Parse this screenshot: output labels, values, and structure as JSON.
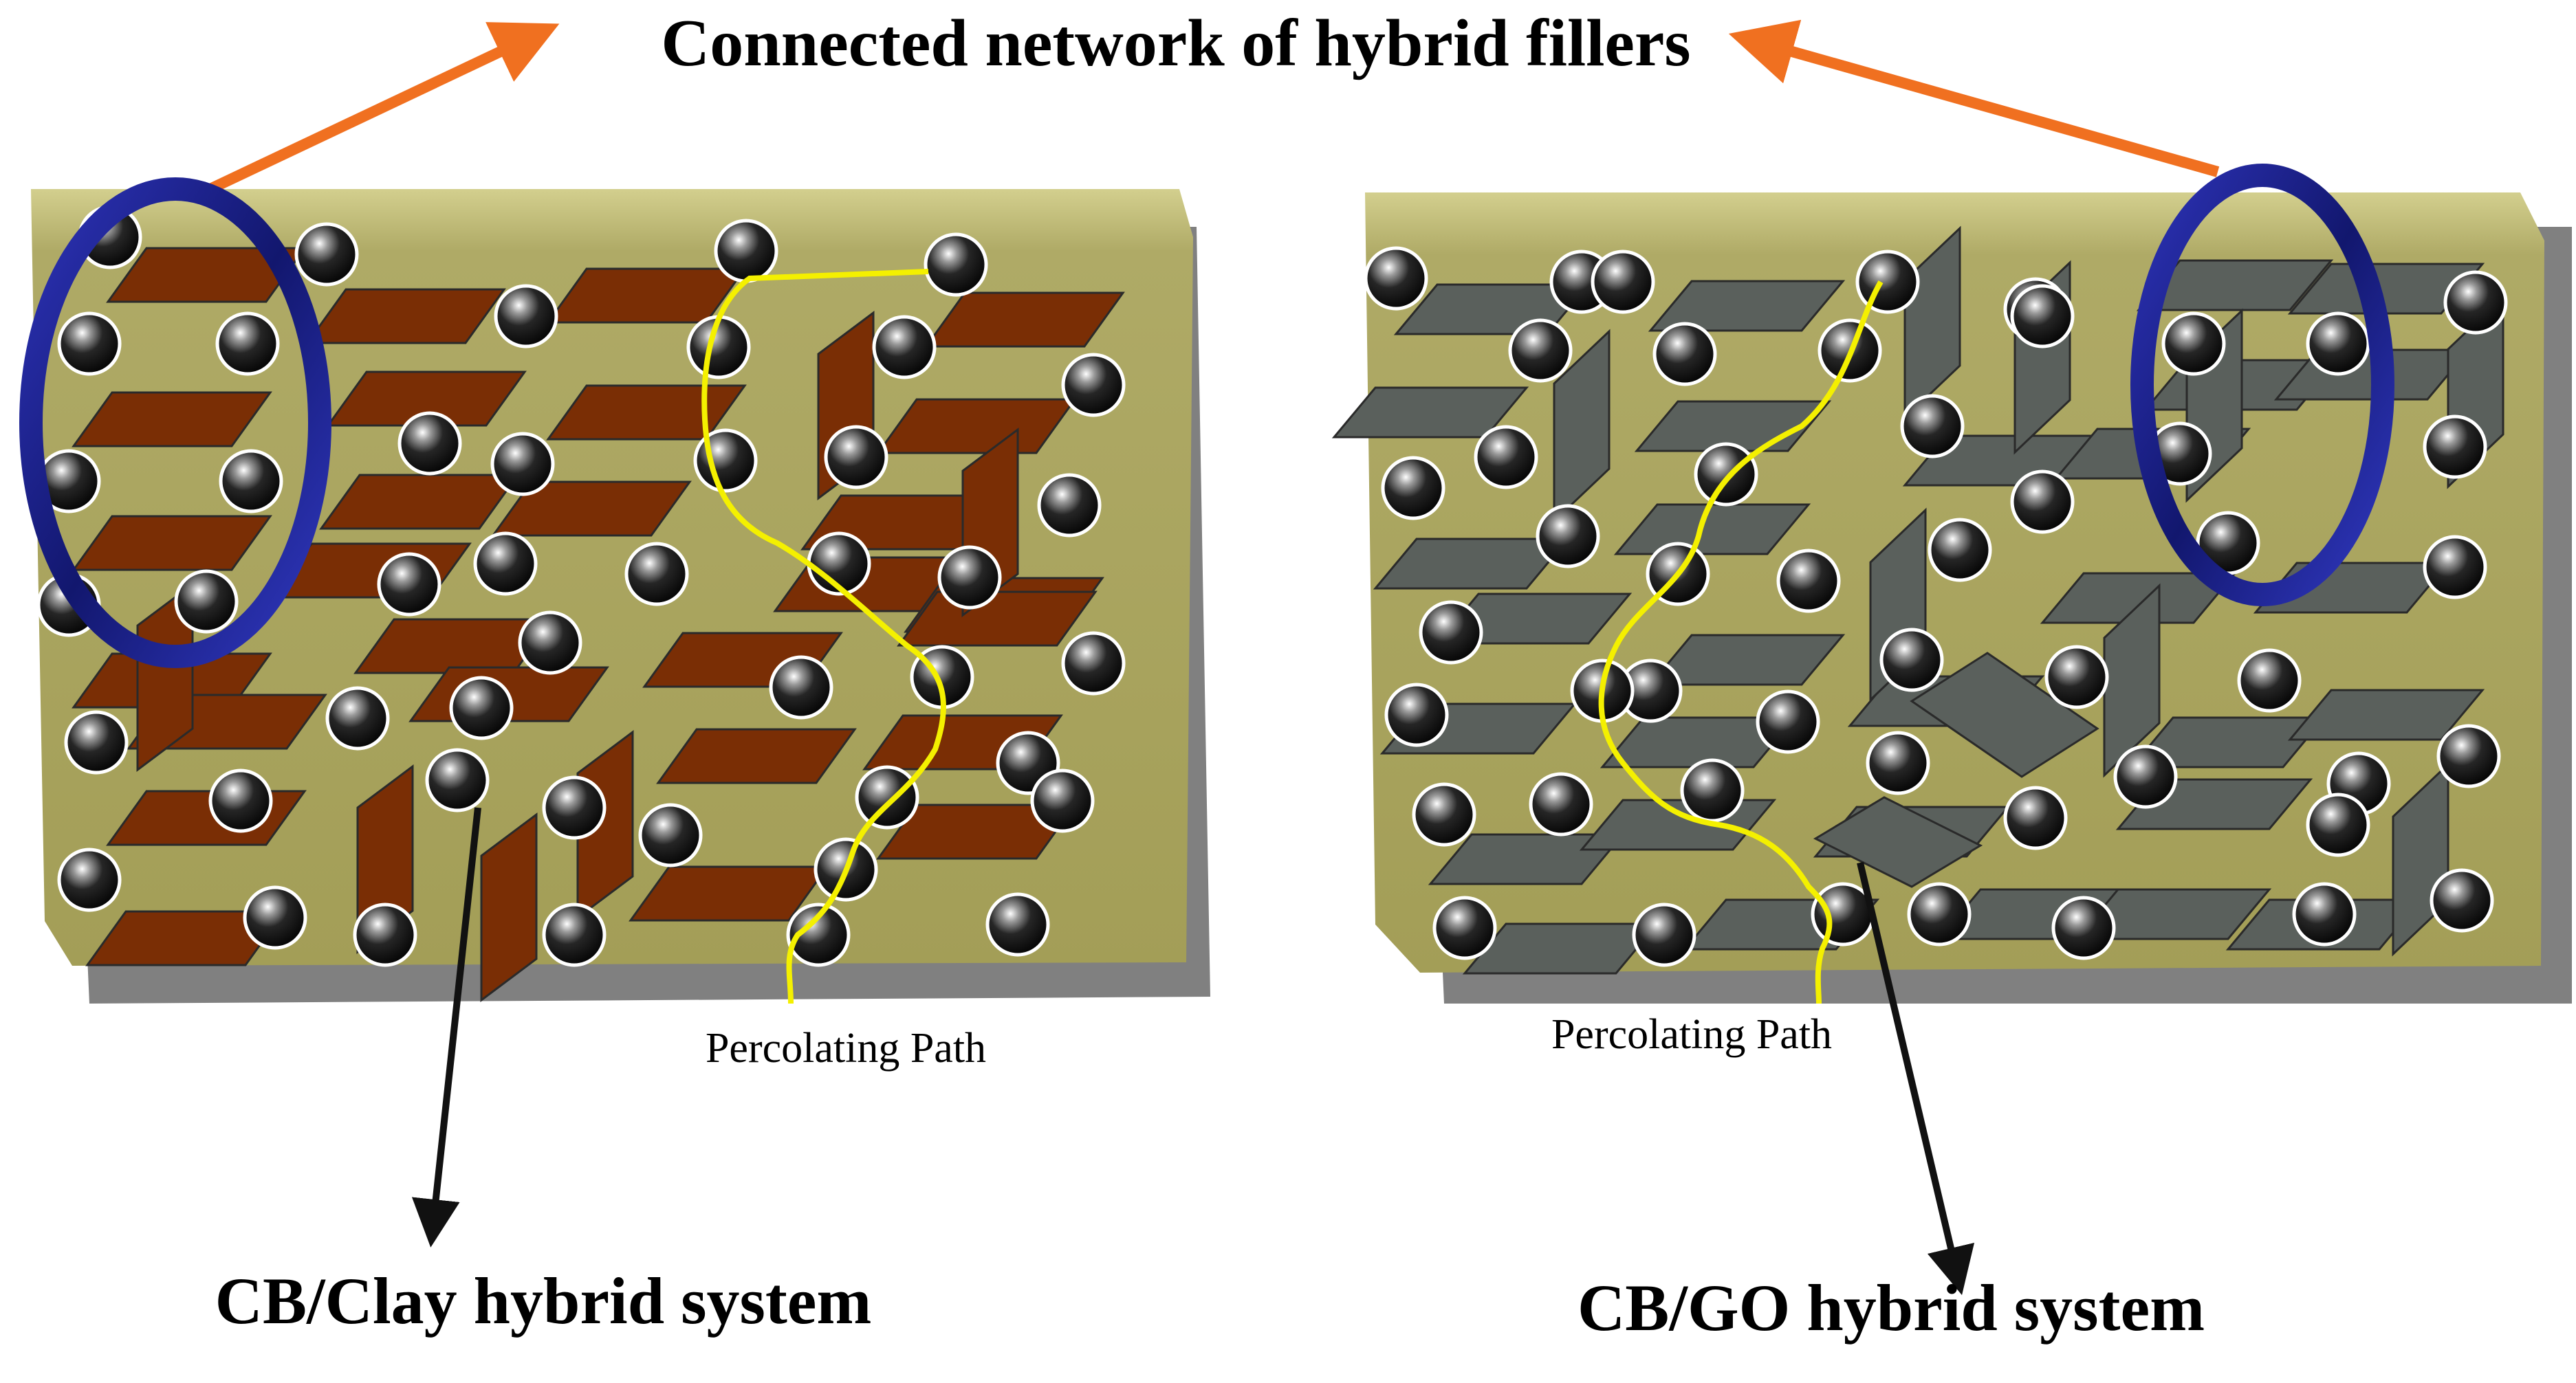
{
  "title": "Connected network of hybrid fillers",
  "panels": [
    {
      "id": "clay",
      "system_label": "CB/Clay hybrid system",
      "path_label": "Percolating Path",
      "matrix_color": "#A8A35E",
      "platelet_color": "#7A2E05",
      "platelet_kind": "clay platelet",
      "ring_color": "#1A1F8F"
    },
    {
      "id": "go",
      "system_label": "CB/GO hybrid system",
      "path_label": "Percolating Path",
      "matrix_color": "#A8A35E",
      "platelet_color": "#5A605C",
      "platelet_kind": "graphene oxide sheet",
      "ring_color": "#1A1F8F"
    }
  ],
  "colors": {
    "pointer_arrow": "#F07020",
    "system_arrow": "#111111",
    "percolating_path": "#F4F000",
    "carbon_black": "#111111"
  }
}
